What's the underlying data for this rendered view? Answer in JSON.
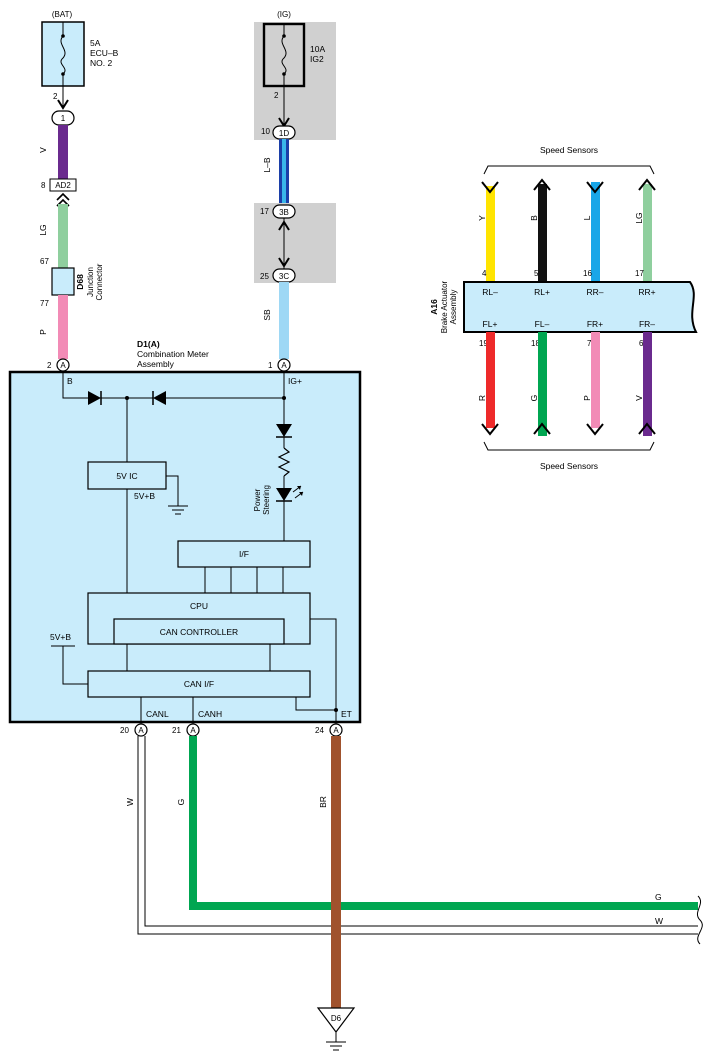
{
  "colors": {
    "module_fill": "#c9ecfb",
    "ig_shade": "#d0d0d0",
    "wire_V": "#6a2a8e",
    "wire_LG": "#8fcf9e",
    "wire_P": "#f28bb6",
    "wire_LB_outer": "#1c3fa8",
    "wire_LB_inner": "#3ab7ea",
    "wire_SB": "#9ed8f5",
    "wire_G": "#00a651",
    "wire_BR": "#a0522d",
    "wire_Y": "#ffe400",
    "wire_B": "#111111",
    "wire_L": "#19a6e8",
    "wire_R": "#ee2a2a"
  },
  "bat": {
    "source": "(BAT)",
    "fuse_rating": "5A",
    "fuse_name1": "ECU–B",
    "fuse_name2": "NO. 2",
    "pin_top": "2",
    "conn1": "1",
    "wire_v": "V",
    "pin_ad2": "8",
    "conn_ad2": "AD2",
    "wire_lg": "LG",
    "pin_67": "67",
    "jc_id": "D68",
    "jc_name1": "Junction",
    "jc_name2": "Connector",
    "pin_77": "77",
    "wire_p": "P",
    "pin_2": "2",
    "conn_a": "A"
  },
  "ig": {
    "source": "(IG)",
    "fuse_rating": "10A",
    "fuse_name": "IG2",
    "pin_top": "2",
    "pin_10": "10",
    "conn_1d": "1D",
    "wire_lb": "L–B",
    "pin_17": "17",
    "conn_3b": "3B",
    "pin_25": "25",
    "conn_3c": "3C",
    "wire_sb": "SB",
    "pin_1": "1",
    "conn_a": "A"
  },
  "meter": {
    "id": "D1(A)",
    "name1": "Combination Meter",
    "name2": "Assembly",
    "pin_b": "B",
    "pin_ig": "IG+",
    "ic": "5V IC",
    "ic_out": "5V+B",
    "led1": "Power",
    "led2": "Steering",
    "if_label": "I/F",
    "cpu": "CPU",
    "can_controller": "CAN CONTROLLER",
    "vb": "5V+B",
    "can_if": "CAN I/F",
    "canl": "CANL",
    "canh": "CANH",
    "et": "ET"
  },
  "bottom": {
    "pin20": "20",
    "pin21": "21",
    "pin24": "24",
    "conn_a": "A",
    "wire_w": "W",
    "wire_g": "G",
    "wire_br": "BR",
    "ground": "D6",
    "right_g": "G",
    "right_w": "W"
  },
  "actuator": {
    "id": "A16",
    "name1": "Brake Actuator",
    "name2": "Assembly",
    "sensors_top": "Speed Sensors",
    "sensors_bottom": "Speed Sensors",
    "top_wires": [
      "Y",
      "B",
      "L",
      "LG"
    ],
    "top_pins": [
      "4",
      "5",
      "16",
      "17"
    ],
    "top_terms": [
      "RL–",
      "RL+",
      "RR–",
      "RR+"
    ],
    "bottom_terms": [
      "FL+",
      "FL–",
      "FR+",
      "FR–"
    ],
    "bottom_pins": [
      "19",
      "18",
      "7",
      "6"
    ],
    "bottom_wires": [
      "R",
      "G",
      "P",
      "V"
    ]
  }
}
